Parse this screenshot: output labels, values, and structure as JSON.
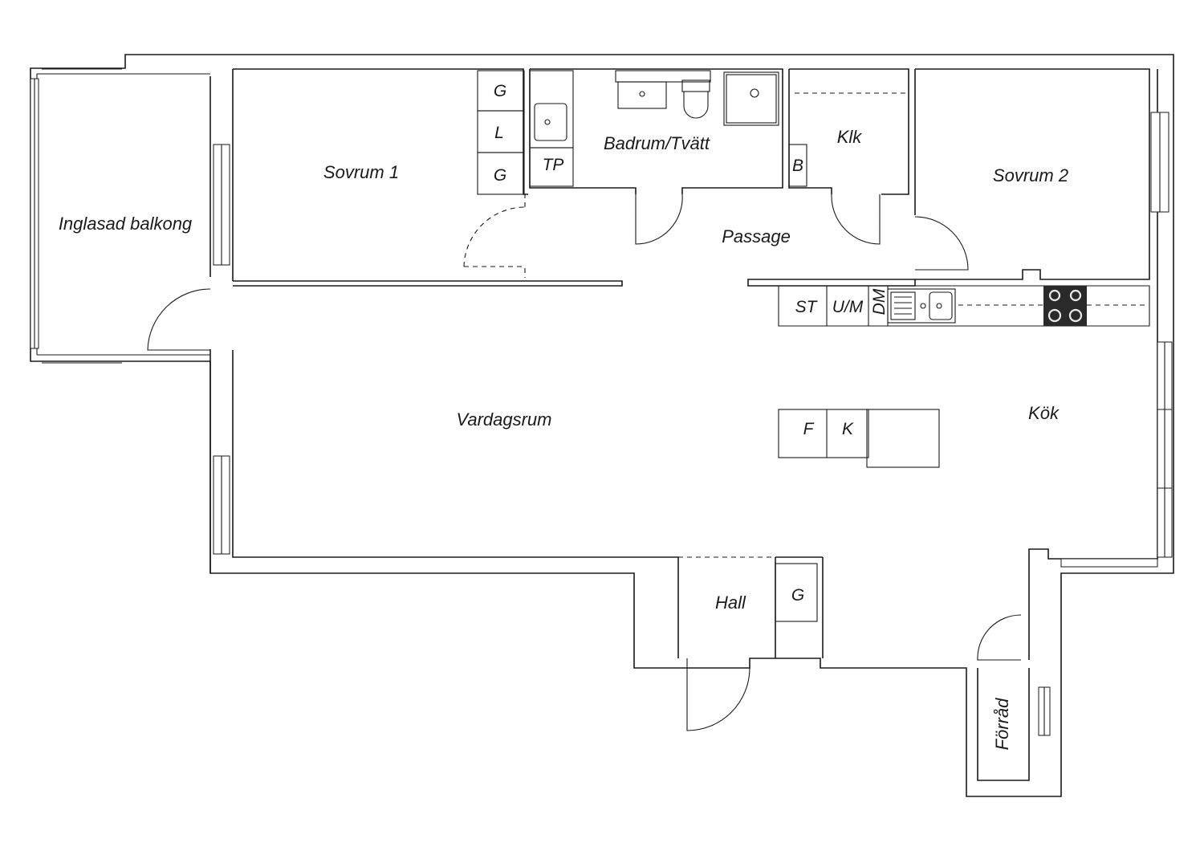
{
  "rooms": {
    "balcony": "Inglasad balkong",
    "bedroom1": "Sovrum 1",
    "bathroom": "Badrum/Tvätt",
    "closet": "Klk",
    "bedroom2": "Sovrum 2",
    "passage": "Passage",
    "living": "Vardagsrum",
    "kitchen": "Kök",
    "hall": "Hall",
    "storage": "Förråd"
  },
  "fixtures": {
    "wardrobe_top": "G",
    "linen": "L",
    "wardrobe_bottom": "G",
    "dryer": "TP",
    "closet_b": "B",
    "stove_cabinet": "ST",
    "microwave_oven": "U/M",
    "dishwasher": "DM",
    "fridge": "F",
    "freezer": "K",
    "hall_wardrobe": "G"
  },
  "icons": {
    "door": "door-swing-icon",
    "window": "window-icon",
    "sink": "sink-icon",
    "toilet": "toilet-icon",
    "shower": "shower-icon",
    "kitchen_sink": "kitchen-sink-icon",
    "hob": "hob-icon"
  },
  "colors": {
    "line": "#1a1a1a",
    "background": "#ffffff",
    "hob": "#2a2a2a"
  }
}
